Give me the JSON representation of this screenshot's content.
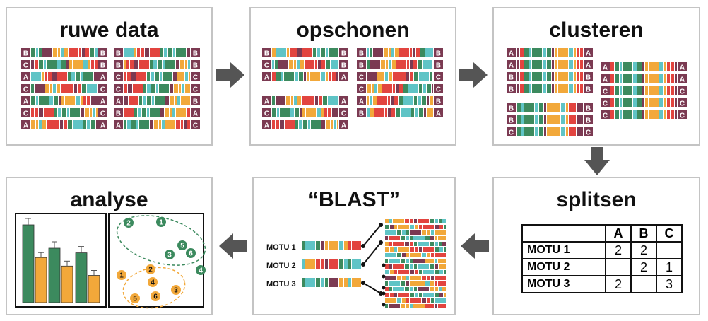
{
  "panels": {
    "raw": {
      "title": "ruwe data"
    },
    "clean": {
      "title": "opschonen"
    },
    "cluster": {
      "title": "clusteren"
    },
    "split": {
      "title": "splitsen"
    },
    "blast": {
      "title": "“BLAST”"
    },
    "analysis": {
      "title": "analyse"
    }
  },
  "colors": {
    "tag": "#7b3a52",
    "teal": "#5fc4c6",
    "green": "#3c8a5e",
    "orange": "#f2a83a",
    "red": "#e2443f",
    "purple": "#7b3a52",
    "border": "#c4c4c4",
    "arrow": "#555555"
  },
  "raw_data": {
    "left": [
      [
        "B",
        "B"
      ],
      [
        "C",
        "B"
      ],
      [
        "A",
        "A"
      ],
      [
        "C",
        "C"
      ],
      [
        "A",
        "A"
      ],
      [
        "C",
        "C"
      ],
      [
        "A",
        "A"
      ]
    ],
    "right": [
      [
        "B",
        "B"
      ],
      [
        "B",
        "B"
      ],
      [
        "C",
        "C"
      ],
      [
        "C",
        "C"
      ],
      [
        "A",
        "B"
      ],
      [
        "B",
        "A"
      ],
      [
        "A",
        "C"
      ]
    ]
  },
  "clean_data": {
    "left_top": [
      [
        "B",
        "B"
      ],
      [
        "C",
        "B"
      ],
      [
        "A",
        "A"
      ]
    ],
    "left_bottom": [
      [
        "A",
        "A"
      ],
      [
        "C",
        "C"
      ],
      [
        "A",
        "A"
      ]
    ],
    "right": [
      [
        "B",
        "B"
      ],
      [
        "B",
        "B"
      ],
      [
        "C",
        "C"
      ],
      [
        "C",
        "C"
      ],
      [
        "A",
        "B"
      ],
      [
        "B",
        "A"
      ]
    ]
  },
  "cluster_data": {
    "group_a": [
      [
        "A",
        "A"
      ],
      [
        "A",
        "A"
      ],
      [
        "B",
        "B"
      ],
      [
        "B",
        "B"
      ]
    ],
    "group_b": [
      [
        "A",
        "A"
      ],
      [
        "A",
        "A"
      ],
      [
        "C",
        "C"
      ],
      [
        "C",
        "C"
      ],
      [
        "C",
        "C"
      ]
    ],
    "group_c": [
      [
        "B",
        "B"
      ],
      [
        "B",
        "B"
      ],
      [
        "C",
        "C"
      ]
    ]
  },
  "split_table": {
    "headers": [
      "A",
      "B",
      "C"
    ],
    "rows": [
      {
        "label": "MOTU 1",
        "cells": [
          "2",
          "2",
          ""
        ]
      },
      {
        "label": "MOTU 2",
        "cells": [
          "",
          "2",
          "1"
        ]
      },
      {
        "label": "MOTU 3",
        "cells": [
          "2",
          "",
          "3"
        ]
      }
    ]
  },
  "blast": {
    "motus": [
      "MOTU 1",
      "MOTU 2",
      "MOTU 3"
    ]
  },
  "analysis": {
    "bars": {
      "green": [
        100,
        70,
        64
      ],
      "orange": [
        58,
        47,
        35
      ]
    },
    "points": {
      "green": [
        "2",
        "1",
        "5",
        "3",
        "6",
        "4"
      ],
      "orange": [
        "1",
        "2",
        "4",
        "3",
        "5",
        "6"
      ]
    }
  }
}
